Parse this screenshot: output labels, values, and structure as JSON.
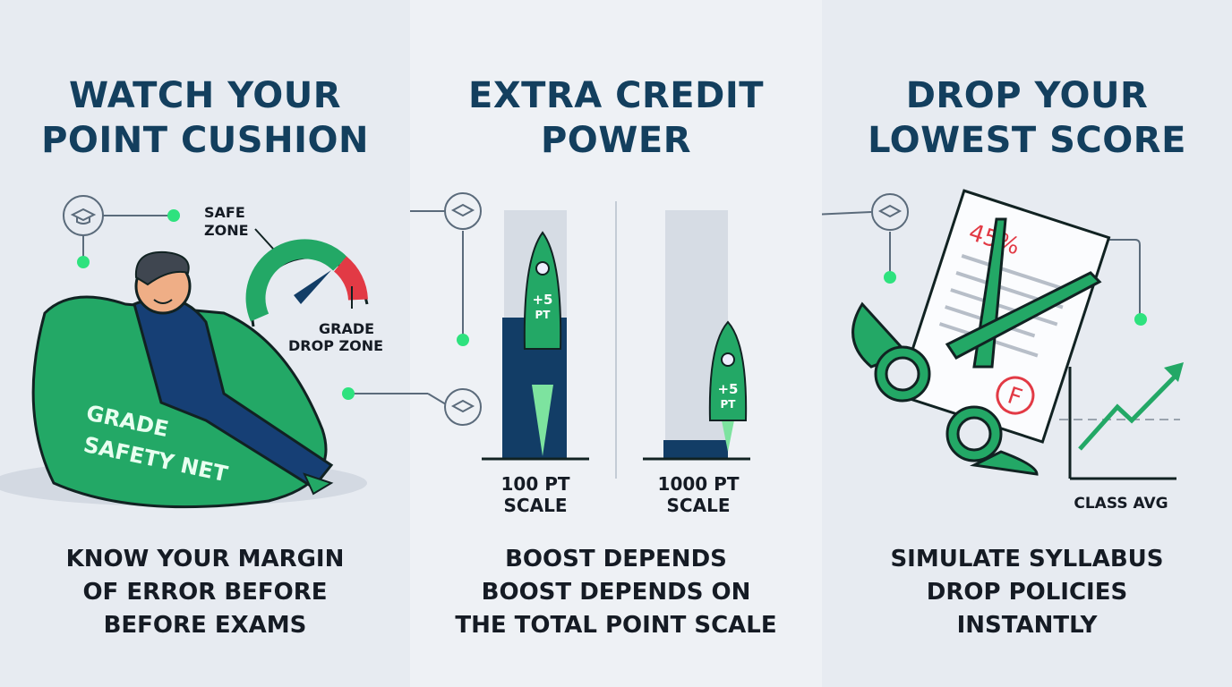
{
  "panels": [
    {
      "title_lines": [
        "WATCH YOUR",
        "POINT CUSHION"
      ],
      "gauge": {
        "safe_label_lines": [
          "SAFE",
          "ZONE"
        ],
        "drop_label_lines": [
          "GRADE",
          "DROP ZONE"
        ]
      },
      "beanbag_label_lines": [
        "GRADE",
        "SAFETY NET"
      ],
      "caption_lines": [
        "KNOW YOUR MARGIN",
        "OF ERROR BEFORE",
        "BEFORE EXAMS"
      ]
    },
    {
      "title_lines": [
        "EXTRA CREDIT",
        "POWER"
      ],
      "rocket_label_lines": [
        "+5",
        "PT"
      ],
      "scales": [
        {
          "label_lines": [
            "100 PT",
            "SCALE"
          ]
        },
        {
          "label_lines": [
            "1000 PT",
            "SCALE"
          ]
        }
      ],
      "caption_lines": [
        "BOOST DEPENDS",
        "BOOST DEPENDS ON",
        "THE TOTAL POINT SCALE"
      ]
    },
    {
      "title_lines": [
        "DROP YOUR",
        "LOWEST SCORE"
      ],
      "paper": {
        "score": "45%",
        "grade": "F"
      },
      "chart_label": "CLASS AVG",
      "caption_lines": [
        "SIMULATE SYLLABUS",
        "DROP POLICIES",
        "INSTANTLY"
      ]
    }
  ],
  "colors": {
    "title": "#133f5e",
    "green": "#23a866",
    "navy": "#123d66",
    "red": "#e23a45",
    "glow": "#2ee27e"
  }
}
